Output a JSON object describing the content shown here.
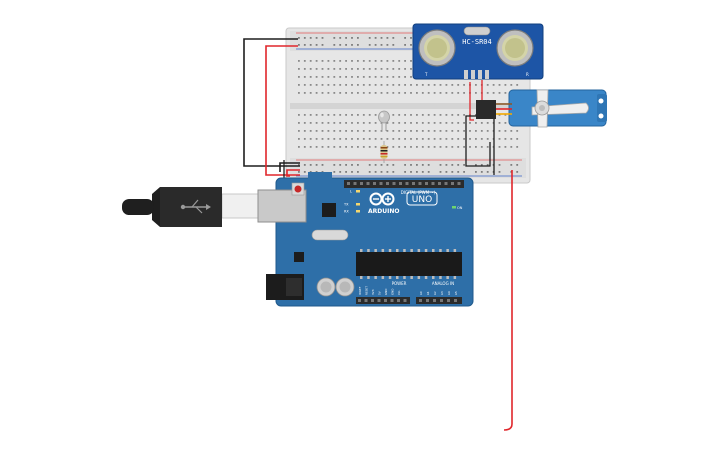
{
  "sensor": {
    "model_label": "HC-SR04"
  },
  "arduino": {
    "brand_label": "ARDUINO",
    "model_label": "UNO",
    "digital_label": "DIGITAL (PWM ~)",
    "power_label": "POWER",
    "analog_label": "ANALOG IN",
    "led_labels": [
      "L",
      "TX",
      "RX"
    ],
    "on_label": "ON",
    "power_pins": [
      "IOREF",
      "RESET",
      "3V3",
      "5V",
      "GND",
      "GND",
      "Vin"
    ],
    "analog_pins": [
      "A0",
      "A1",
      "A2",
      "A3",
      "A4",
      "A5"
    ]
  },
  "colors": {
    "arduino_board": "#2e6fa8",
    "sensor_board": "#1d55a6",
    "servo_body": "#3a86c8",
    "wire_red": "#e0262b",
    "wire_black": "#1e1e1e",
    "breadboard": "#e8e8e8"
  },
  "icons": [
    "usb-cable",
    "servo-horn",
    "led",
    "resistor"
  ]
}
